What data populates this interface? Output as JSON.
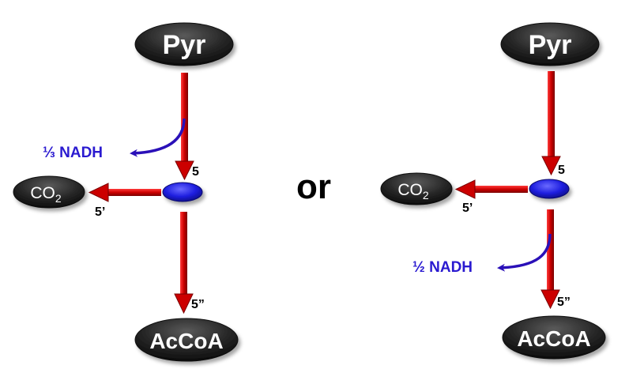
{
  "colors": {
    "flux_arrow": "#cc0000",
    "nadh_arrow": "#2a10b8",
    "nadh_text": "#2a1ad0",
    "branch_node": "#1f1fe0",
    "metabolite_node": "#2b2b2b"
  },
  "separator": "or",
  "left": {
    "pyr": "Pyr",
    "co2_base": "CO",
    "co2_sub": "2",
    "accoa": "AcCoA",
    "flux_in": "5",
    "flux_co2": "5’",
    "flux_accoa": "5”",
    "nadh": "⅓ NADH"
  },
  "right": {
    "pyr": "Pyr",
    "co2_base": "CO",
    "co2_sub": "2",
    "accoa": "AcCoA",
    "flux_in": "5",
    "flux_co2": "5’",
    "flux_accoa": "5”",
    "nadh": "½ NADH"
  }
}
